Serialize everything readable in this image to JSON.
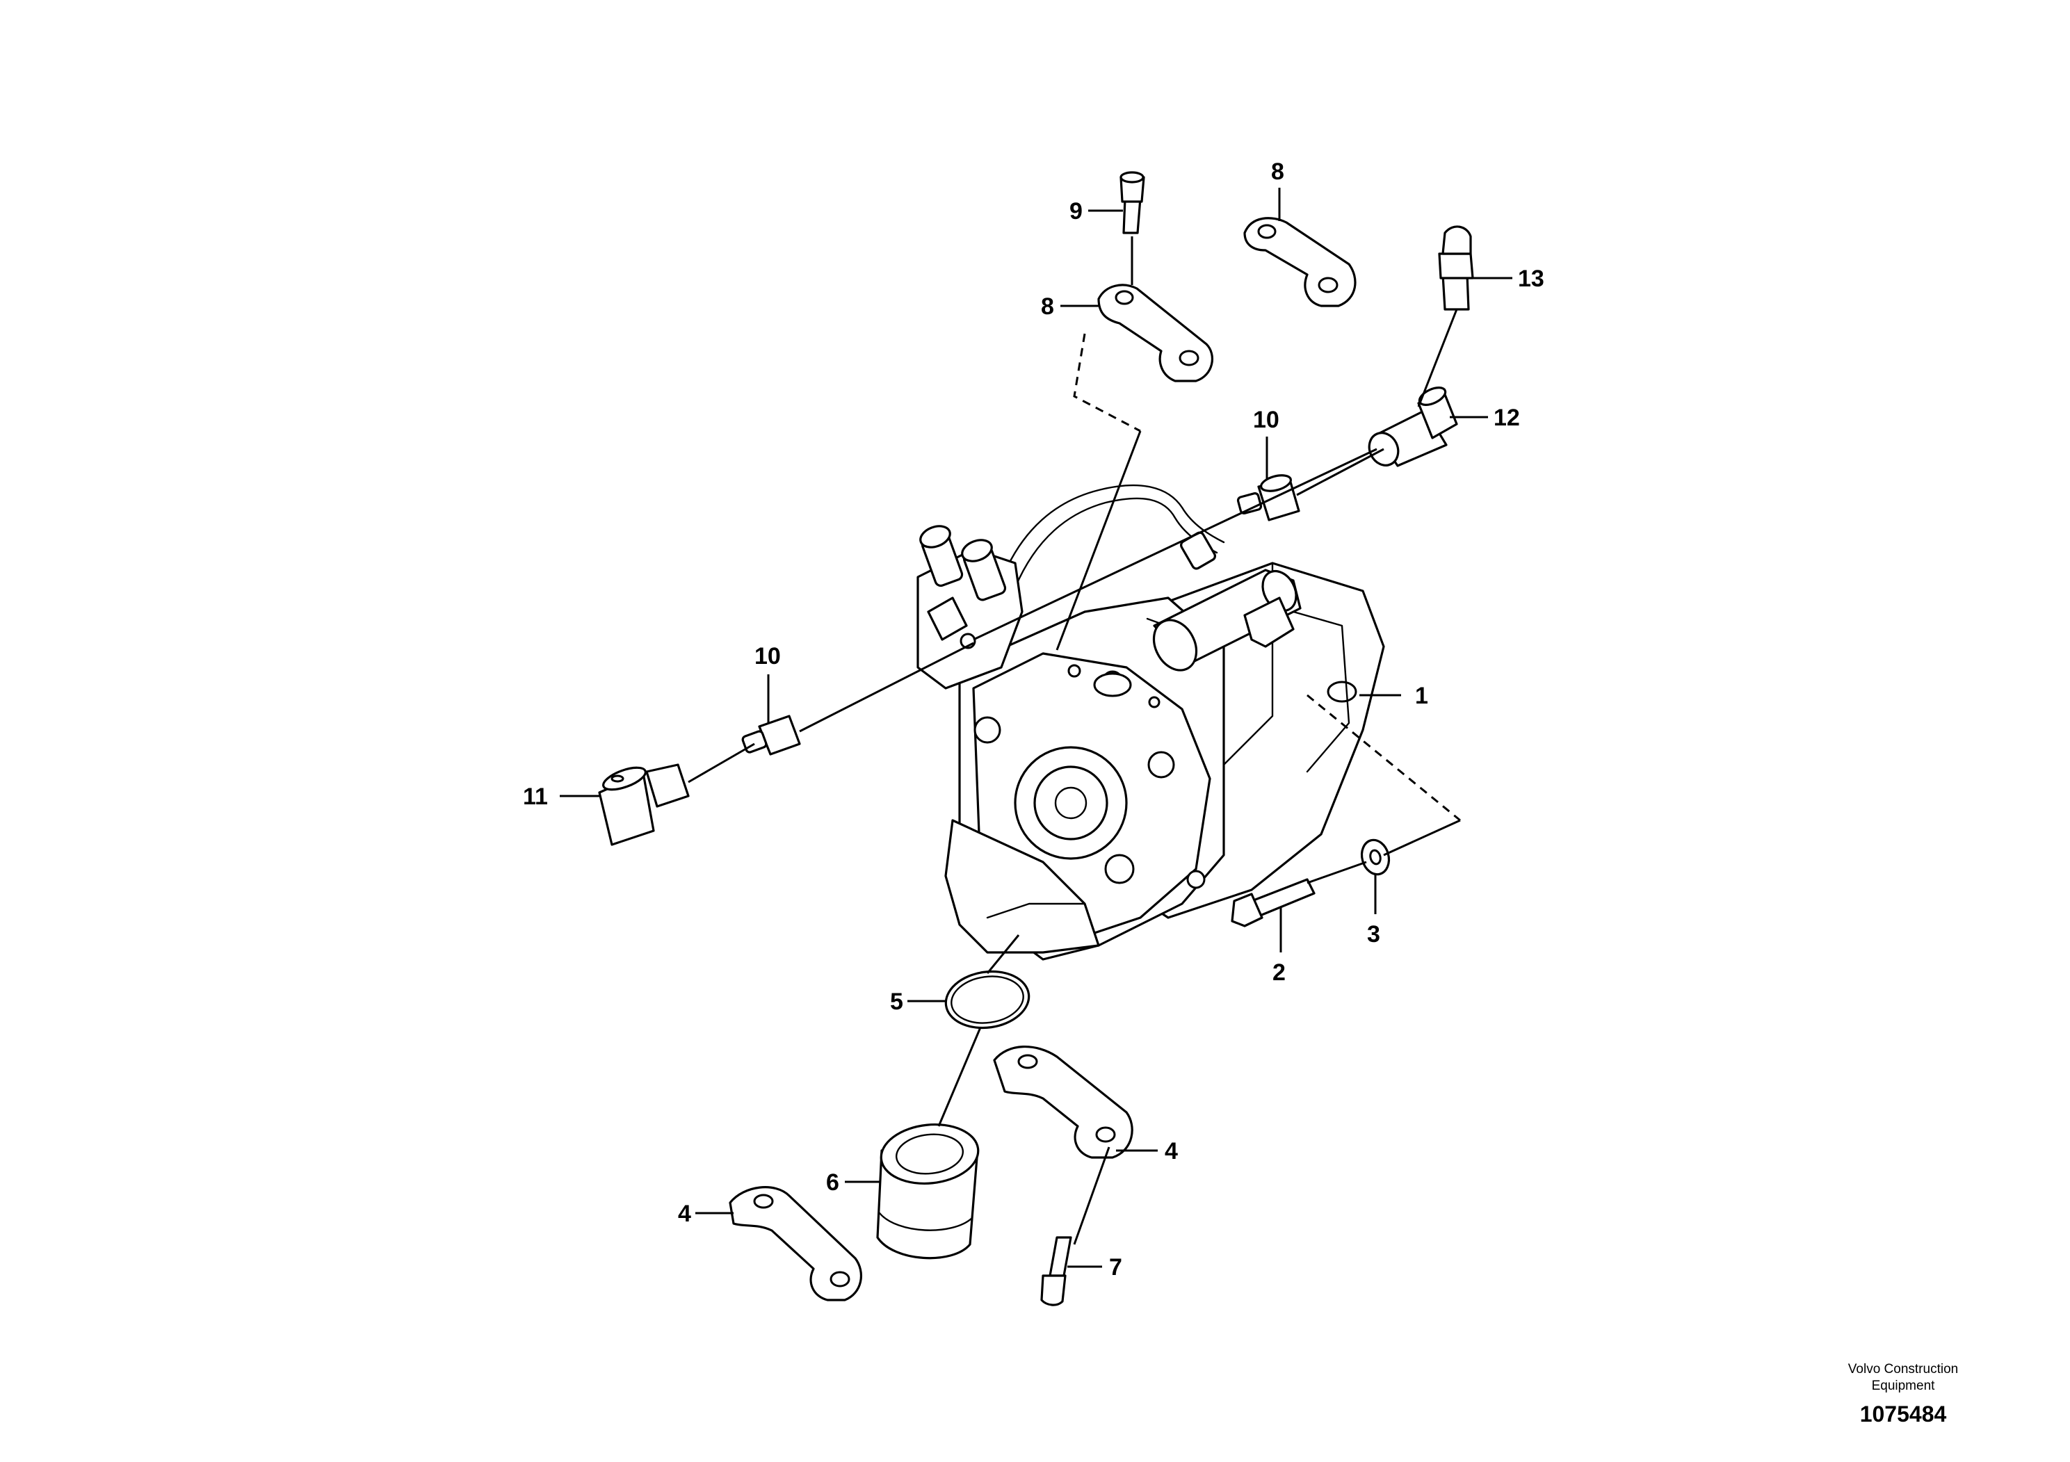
{
  "callouts": {
    "c1": "1",
    "c2": "2",
    "c3": "3",
    "c4a": "4",
    "c4b": "4",
    "c5": "5",
    "c6": "6",
    "c7": "7",
    "c8a": "8",
    "c8b": "8",
    "c9": "9",
    "c10a": "10",
    "c10b": "10",
    "c11": "11",
    "c12": "12",
    "c13": "13"
  },
  "brand": {
    "line1": "Volvo Construction",
    "line2": "Equipment",
    "drawing_number": "1075484"
  }
}
